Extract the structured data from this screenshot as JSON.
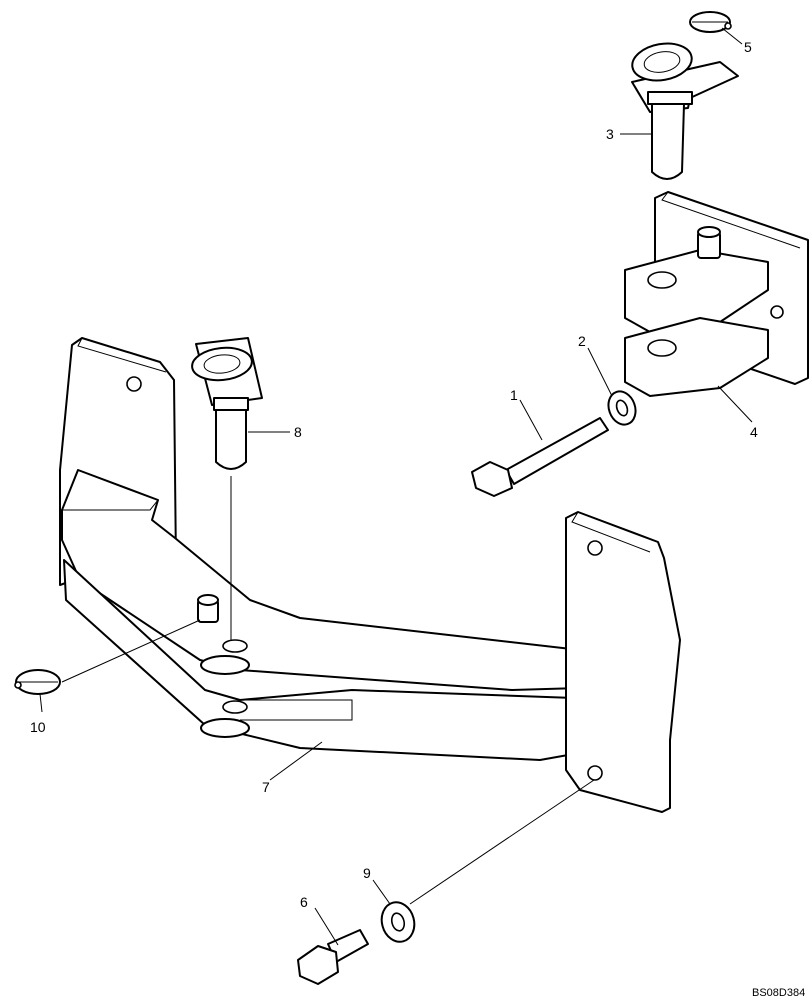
{
  "figure": {
    "reference_code": "BS08D384",
    "callouts": [
      {
        "id": "callout-1",
        "label": "1"
      },
      {
        "id": "callout-2",
        "label": "2"
      },
      {
        "id": "callout-3",
        "label": "3"
      },
      {
        "id": "callout-4",
        "label": "4"
      },
      {
        "id": "callout-5",
        "label": "5"
      },
      {
        "id": "callout-6",
        "label": "6"
      },
      {
        "id": "callout-7",
        "label": "7"
      },
      {
        "id": "callout-8",
        "label": "8"
      },
      {
        "id": "callout-9",
        "label": "9"
      },
      {
        "id": "callout-10",
        "label": "10"
      }
    ]
  }
}
